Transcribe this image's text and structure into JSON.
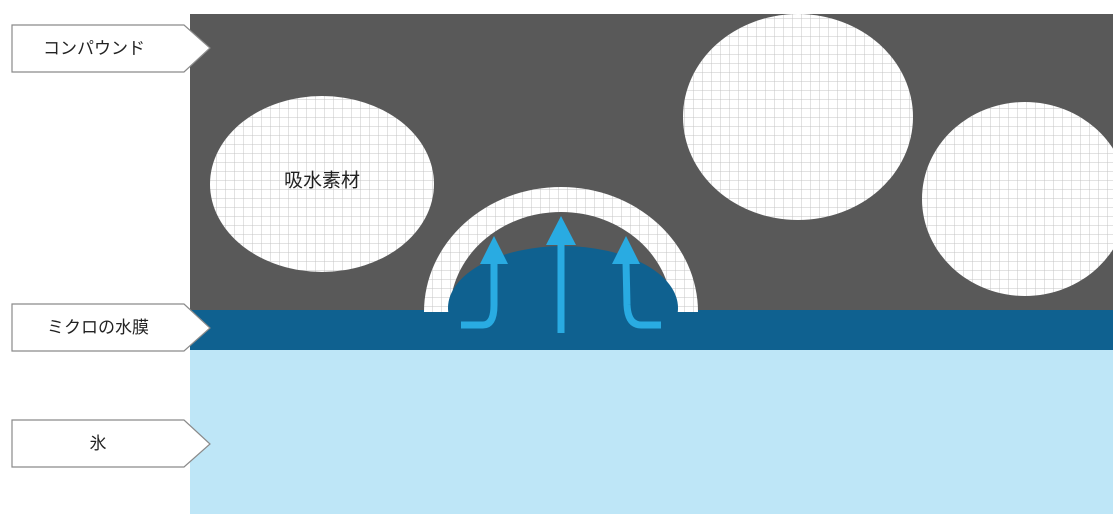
{
  "labels": {
    "compound": "コンパウンド",
    "absorbent": "吸水素材",
    "water_film": "ミクロの水膜",
    "ice": "氷"
  },
  "colors": {
    "compound": "#595959",
    "water_film": "#0f6190",
    "ice": "#bee6f7",
    "absorbed_water": "#0f6190",
    "arrow": "#29abe2",
    "grid_fill": "#ffffff",
    "grid_line": "#c4c4c4",
    "label_border": "#8a8a8a"
  },
  "icons": {
    "arrows": "up-arrow-icon"
  }
}
